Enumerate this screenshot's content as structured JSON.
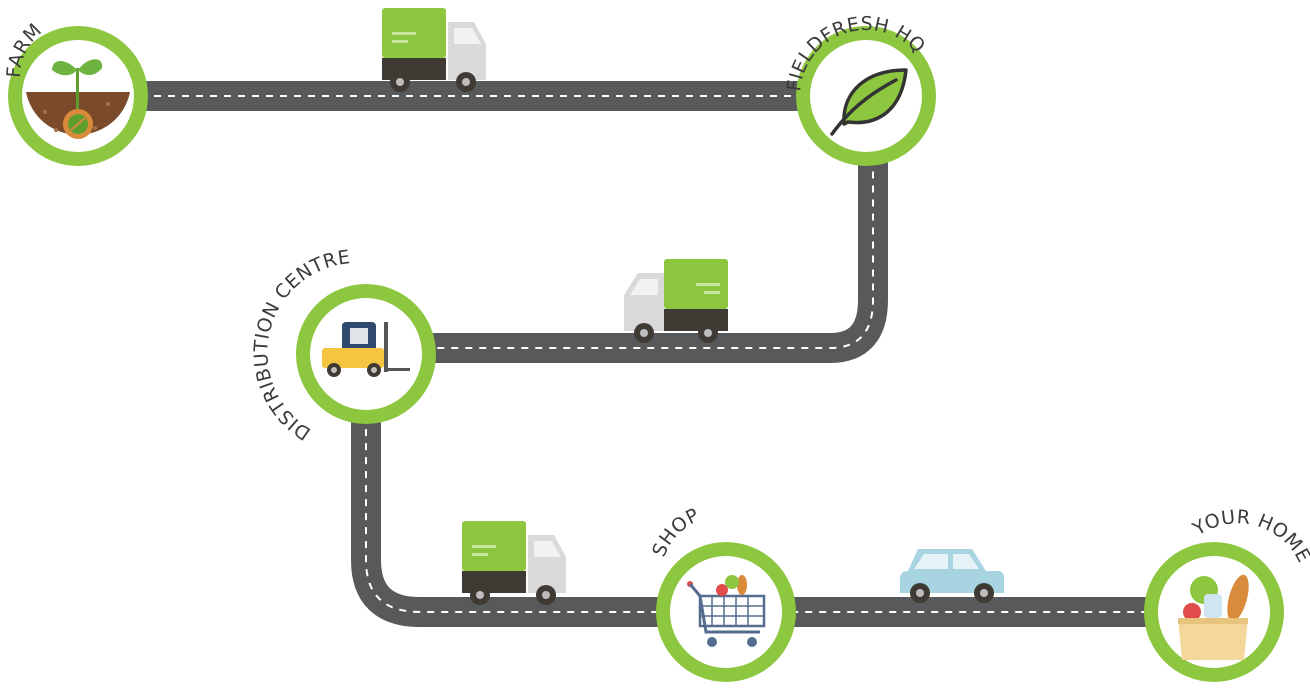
{
  "colors": {
    "accent_green": "#8dc63f",
    "road": "#58595b",
    "truck_cab": "#d9d9d9",
    "truck_base": "#3f3a33",
    "car": "#a8d3e0"
  },
  "stops": [
    {
      "id": "farm",
      "label": "FARM",
      "icon": "sprout-icon"
    },
    {
      "id": "hq",
      "label": "FIELDFRESH HQ",
      "icon": "leaf-icon"
    },
    {
      "id": "distribution",
      "label": "DISTRIBUTION CENTRE",
      "icon": "forklift-icon"
    },
    {
      "id": "shop",
      "label": "SHOP",
      "icon": "shopping-cart-icon"
    },
    {
      "id": "home",
      "label": "YOUR HOME",
      "icon": "grocery-bag-icon"
    }
  ],
  "vehicles": [
    {
      "type": "truck",
      "icon": "delivery-truck-icon"
    },
    {
      "type": "truck",
      "icon": "delivery-truck-icon"
    },
    {
      "type": "truck",
      "icon": "delivery-truck-icon"
    },
    {
      "type": "car",
      "icon": "car-icon"
    }
  ]
}
